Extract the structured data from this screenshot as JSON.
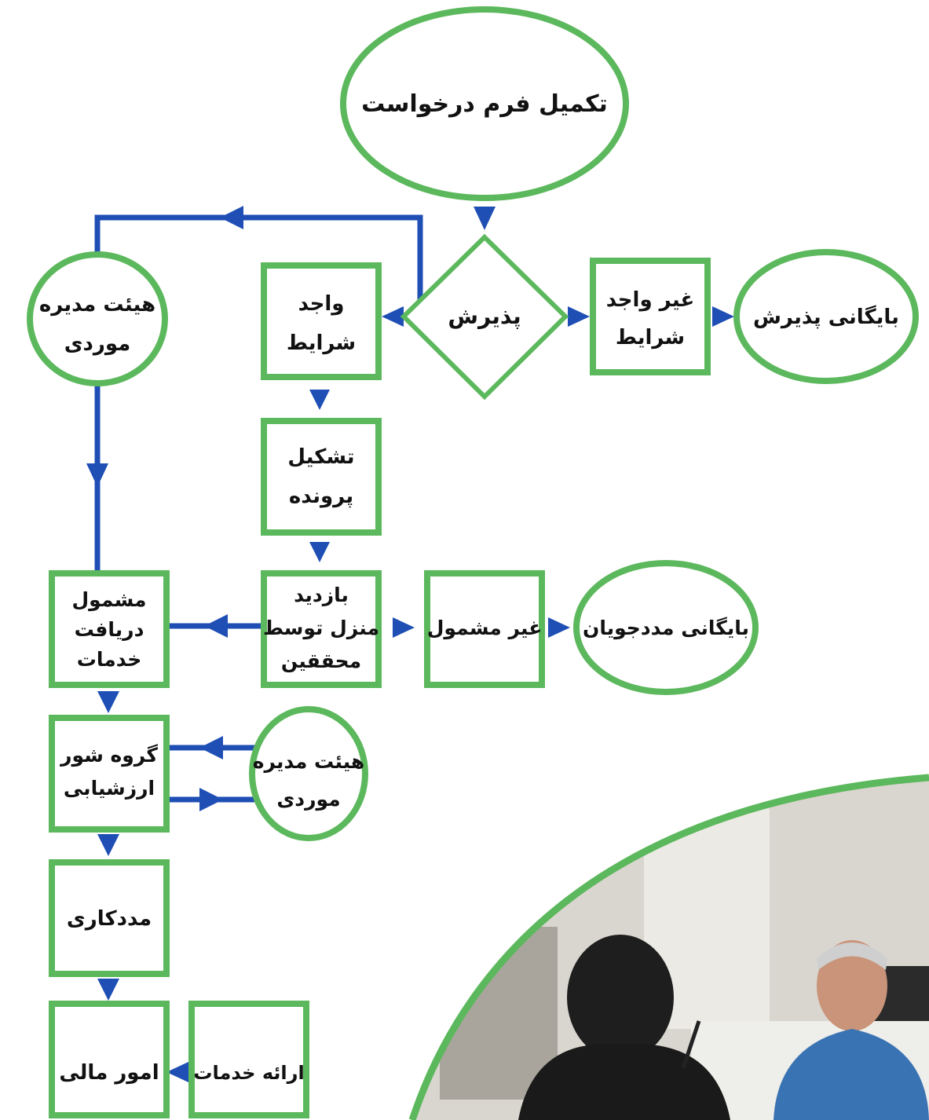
{
  "colors": {
    "node_border": "#5cb85c",
    "arrow": "#1f4fb4",
    "text": "#111111",
    "background": "#ffffff"
  },
  "nodes": {
    "request_form": "تکمیل فرم درخواست",
    "acceptance": "پذیرش",
    "eligible": [
      "واجد",
      "شرایط"
    ],
    "not_eligible": [
      "غیر واجد",
      "شرایط"
    ],
    "acceptance_archive": "بایگانی پذیرش",
    "board_top": [
      "هیئت مدیره",
      "موردی"
    ],
    "file_creation": [
      "تشکیل",
      "پرونده"
    ],
    "home_visit": [
      "بازدید",
      "منزل توسط",
      "محققین"
    ],
    "not_covered": "غیر مشمول",
    "clients_archive": "بایگانی مددجویان",
    "covered_services": [
      "مشمول",
      "دریافت",
      "خدمات"
    ],
    "evaluation_council": [
      "گروه شور",
      "ارزشیابی"
    ],
    "board_bottom": [
      "هیئت مدیره",
      "موردی"
    ],
    "social_work": "مددکاری",
    "financial_affairs": "امور مالی",
    "service_delivery": "ارائه خدمات"
  },
  "photo": {
    "description_icon": "office-meeting-photo"
  }
}
